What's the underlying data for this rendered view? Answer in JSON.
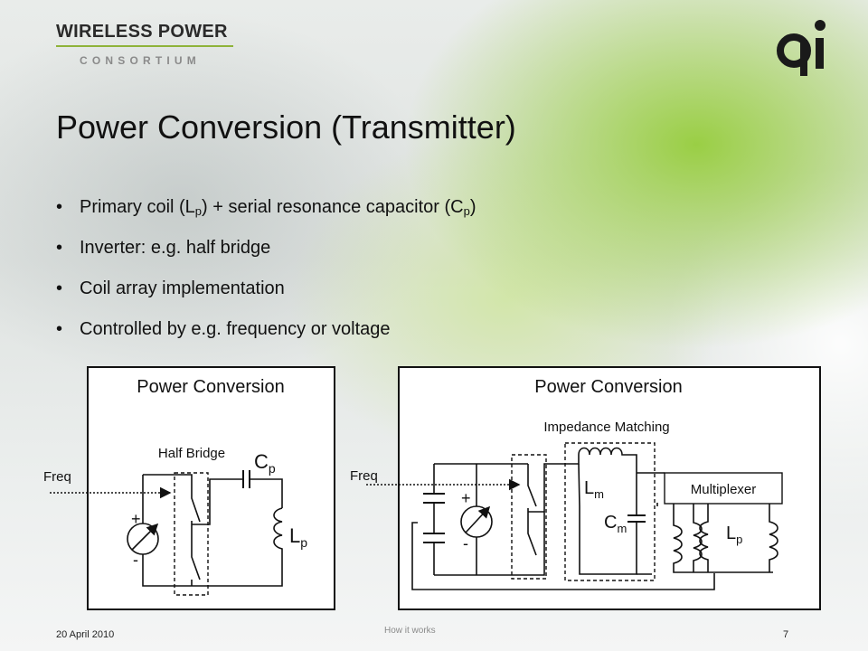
{
  "header": {
    "brand_line1": "WIRELESS POWER",
    "brand_line2": "CONSORTIUM",
    "logo_text": "qi",
    "accent_color": "#8fb33a"
  },
  "title": "Power Conversion (Transmitter)",
  "bullets": [
    {
      "parts": [
        "Primary coil (L",
        "p",
        ") + serial resonance capacitor (C",
        "p",
        ")"
      ]
    },
    {
      "parts": [
        "Inverter: e.g. half bridge"
      ]
    },
    {
      "parts": [
        "Coil array implementation"
      ]
    },
    {
      "parts": [
        "Controlled by e.g. frequency or voltage"
      ]
    }
  ],
  "diagram_left": {
    "box_title": "Power Conversion",
    "half_bridge_label": "Half Bridge",
    "freq_label": "Freq",
    "plus": "+",
    "minus": "-",
    "cap": {
      "main": "C",
      "sub": "p"
    },
    "coil": {
      "main": "L",
      "sub": "p"
    }
  },
  "diagram_right": {
    "box_title": "Power Conversion",
    "impedance_label": "Impedance Matching",
    "freq_label": "Freq",
    "plus": "+",
    "minus": "-",
    "lm": {
      "main": "L",
      "sub": "m"
    },
    "cm": {
      "main": "C",
      "sub": "m"
    },
    "multiplexer_label": "Multiplexer",
    "coil": {
      "main": "L",
      "sub": "p"
    }
  },
  "footer": {
    "date": "20 April 2010",
    "center": "How it works",
    "page": "7"
  }
}
